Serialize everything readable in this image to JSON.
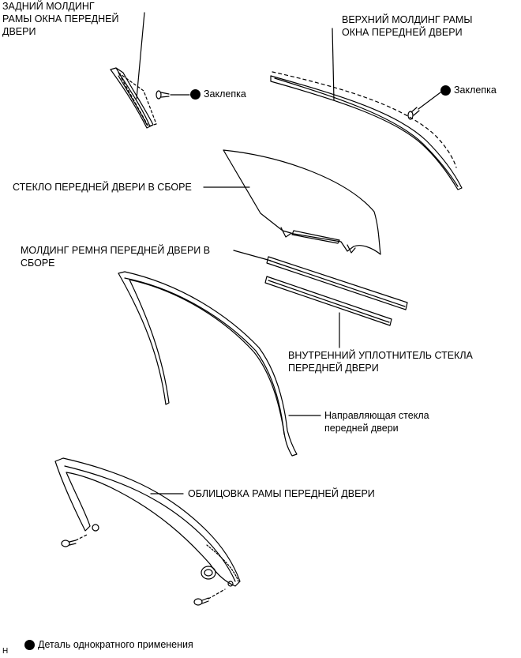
{
  "labels": {
    "rear_molding_line1": "ЗАДНИЙ МОЛДИНГ",
    "rear_molding_line2": "РАМЫ ОКНА ПЕРЕДНЕЙ",
    "rear_molding_line3": "ДВЕРИ",
    "rivet_left": "Заклепка",
    "upper_molding_line1": "ВЕРХНИЙ МОЛДИНГ РАМЫ",
    "upper_molding_line2": "ОКНА ПЕРЕДНЕЙ ДВЕРИ",
    "rivet_right": "Заклепка",
    "glass_assy": "СТЕКЛО ПЕРЕДНЕЙ ДВЕРИ В СБОРЕ",
    "belt_molding_line1": "МОЛДИНГ РЕМНЯ ПЕРЕДНЕЙ ДВЕРИ В",
    "belt_molding_line2": "СБОРЕ",
    "inner_seal_line1": "ВНУТРЕННИЙ УПЛОТНИТЕЛЬ СТЕКЛА",
    "inner_seal_line2": "ПЕРЕДНЕЙ ДВЕРИ",
    "glass_run_line1": "Направляющая стекла",
    "glass_run_line2": "передней двери",
    "frame_garnish": "ОБЛИЦОВКА РАМЫ ПЕРЕДНЕЙ ДВЕРИ",
    "legend": "Деталь однократного применения",
    "corner_code": "H"
  }
}
